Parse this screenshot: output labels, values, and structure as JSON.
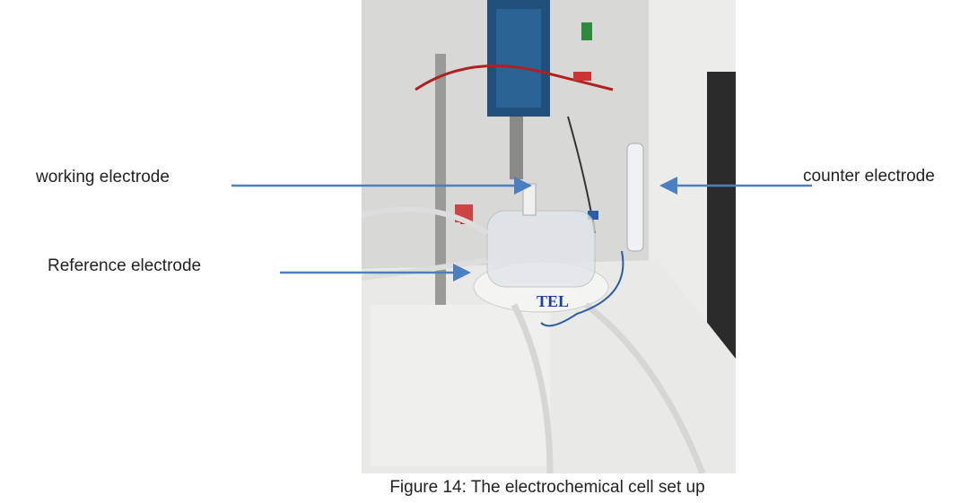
{
  "figure": {
    "labels": {
      "working": "working electrode",
      "counter": "counter electrode",
      "reference": "Reference electrode"
    },
    "caption": "Figure 14: The electrochemical cell set up",
    "arrow_color": "#4a7fc1"
  }
}
